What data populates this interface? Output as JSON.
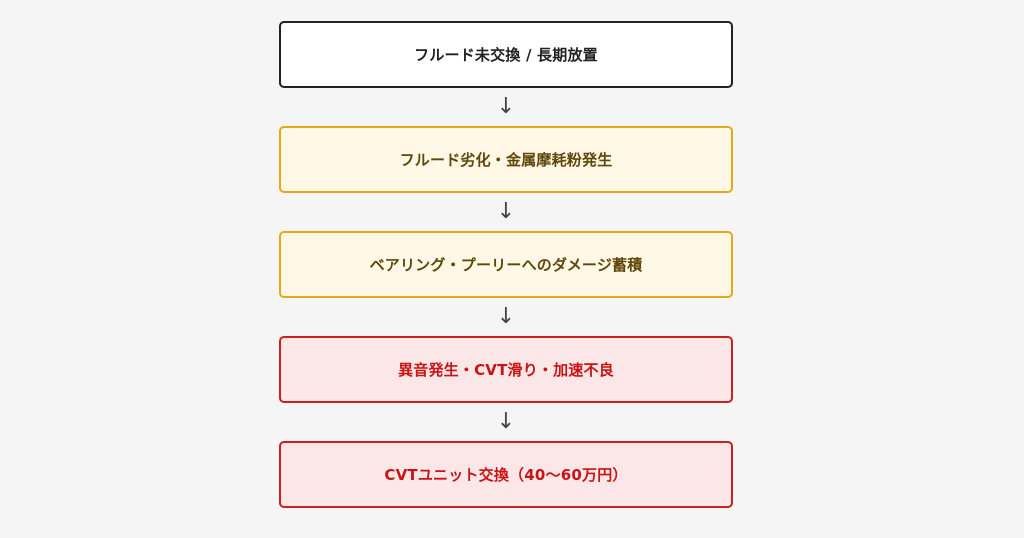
{
  "flowchart": {
    "steps": [
      {
        "label": "フルード未交換 / 長期放置",
        "level": "neutral"
      },
      {
        "label": "フルード劣化・金属摩耗粉発生",
        "level": "warn"
      },
      {
        "label": "ベアリング・プーリーへのダメージ蓄積",
        "level": "warn"
      },
      {
        "label": "異音発生・CVT滑り・加速不良",
        "level": "danger"
      },
      {
        "label": "CVTユニット交換（40〜60万円）",
        "level": "danger"
      }
    ],
    "arrow_glyph": "↓",
    "colors": {
      "background": "#f5f5f5",
      "neutral_border": "#222222",
      "warn_border": "#e6a817",
      "warn_fill": "#fff8e6",
      "danger_border": "#cc1f1f",
      "danger_fill": "#fbe7e7"
    }
  }
}
